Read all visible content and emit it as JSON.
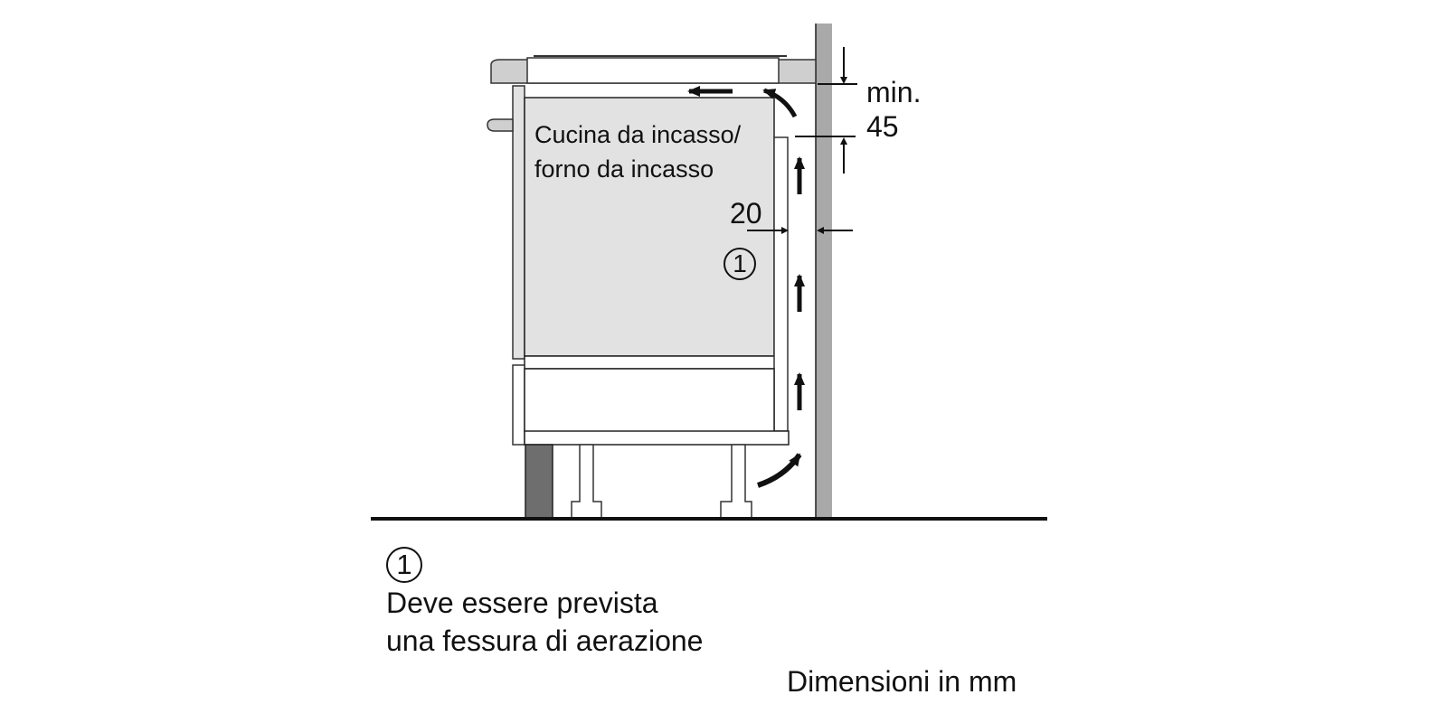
{
  "diagram": {
    "type": "installation-ventilation-diagram",
    "appliance_label_lines": [
      "Cucina da incasso/",
      "forno da incasso"
    ],
    "dimensions": {
      "top_gap_prefix": "min.",
      "top_gap_value": "45",
      "side_gap_value": "20"
    },
    "callout": {
      "marker": "1",
      "text_lines": [
        "Deve essere prevista",
        "una fessura di aerazione"
      ]
    },
    "units_note": "Dimensioni in mm",
    "colors": {
      "appliance_fill": "#e2e2e2",
      "worktop_fill": "#cfcfcf",
      "wall_fill": "#a9a9a9",
      "plinth_fill": "#6e6e6e",
      "line": "#111111",
      "background": "#ffffff"
    },
    "airflow_arrows": [
      "up-lower",
      "up-middle",
      "up-upper",
      "curve-into-gap-bottom",
      "curve-over-top",
      "left-over-top"
    ]
  }
}
